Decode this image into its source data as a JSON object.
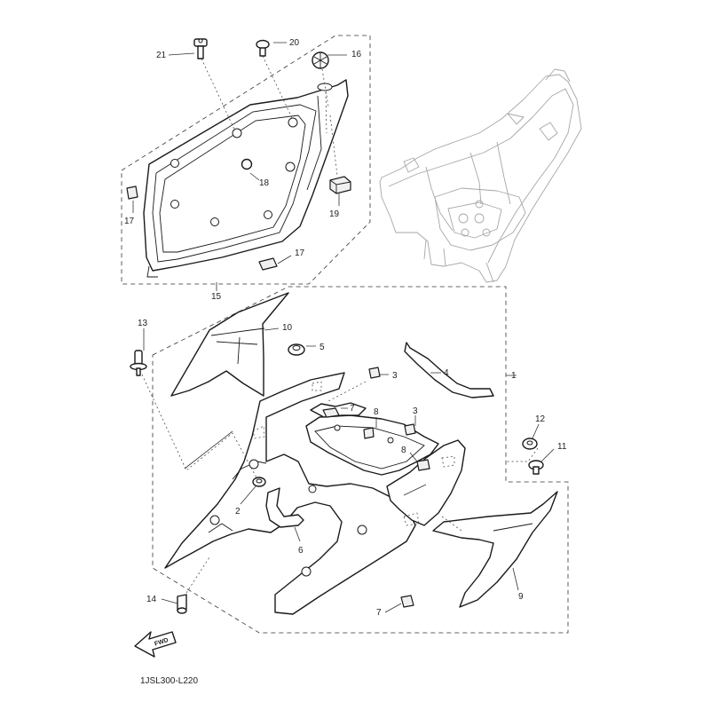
{
  "diagram_code": "1JSL300-L220",
  "fwd_label": "FWD",
  "callouts": {
    "p1": "1",
    "p2": "2",
    "p3a": "3",
    "p3b": "3",
    "p4": "4",
    "p5": "5",
    "p6": "6",
    "p7a": "7",
    "p7b": "7",
    "p8a": "8",
    "p8b": "8",
    "p9": "9",
    "p10": "10",
    "p11": "11",
    "p12": "12",
    "p13": "13",
    "p14": "14",
    "p15": "15",
    "p16": "16",
    "p17a": "17",
    "p17b": "17",
    "p18": "18",
    "p19": "19",
    "p20": "20",
    "p21": "21"
  }
}
